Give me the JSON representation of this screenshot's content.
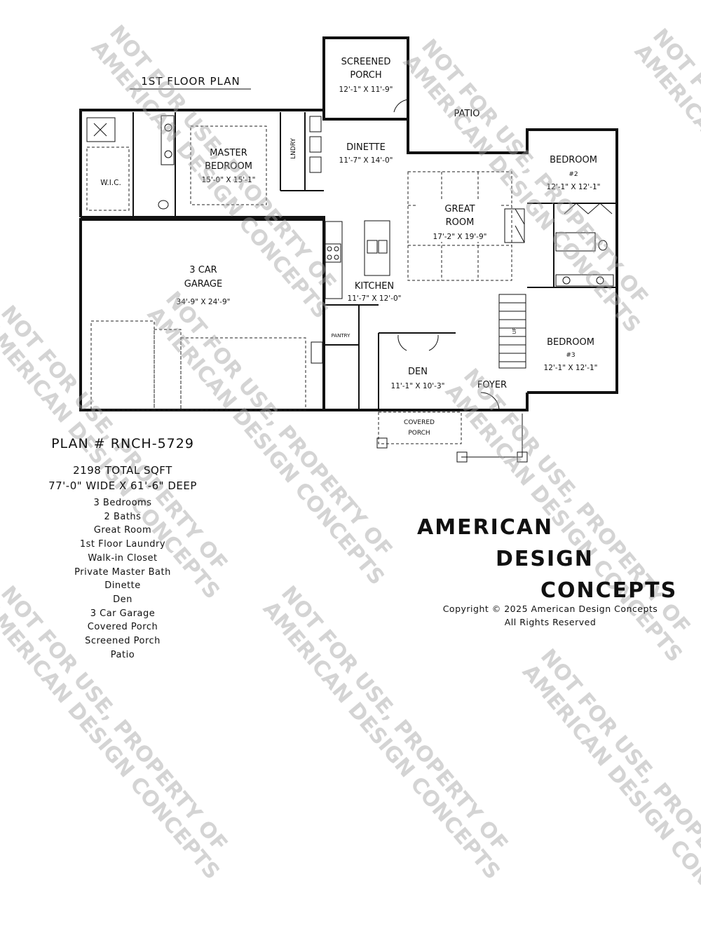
{
  "plan_title": "1ST FLOOR PLAN",
  "rooms": {
    "screened_porch": {
      "name_1": "SCREENED",
      "name_2": "PORCH",
      "dim": "12'-1\" X 11'-9\""
    },
    "patio": {
      "name": "PATIO"
    },
    "master_bedroom": {
      "name_1": "MASTER",
      "name_2": "BEDROOM",
      "dim": "15'-0\" X 15'-1\""
    },
    "laundry": {
      "name": "LNDRY"
    },
    "dinette": {
      "name": "DINETTE",
      "dim": "11'-7\" X 14'-0\""
    },
    "wic": {
      "name": "W.I.C."
    },
    "great_room": {
      "name_1": "GREAT",
      "name_2": "ROOM",
      "dim": "17'-2\" X 19'-9\""
    },
    "bedroom_2": {
      "name": "BEDROOM",
      "num": "#2",
      "dim": "12'-1\" X 12'-1\""
    },
    "garage": {
      "name_1": "3 CAR",
      "name_2": "GARAGE",
      "dim": "34'-9\" X 24'-9\""
    },
    "kitchen": {
      "name": "KITCHEN",
      "dim": "11'-7\" X 12'-0\""
    },
    "pantry": {
      "name": "PANTRY"
    },
    "bedroom_3": {
      "name": "BEDROOM",
      "num": "#3",
      "dim": "12'-1\" X 12'-1\""
    },
    "den": {
      "name": "DEN",
      "dim": "11'-1\" X 10'-3\""
    },
    "foyer": {
      "name": "FOYER"
    },
    "covered_porch": {
      "name_1": "COVERED",
      "name_2": "PORCH"
    },
    "stair_label": {
      "name": "UP"
    }
  },
  "watermark": {
    "line_1": "NOT FOR USE, PROPERTY OF",
    "line_2": "AMERICAN DESIGN CONCEPTS"
  },
  "plan_info": {
    "plan_number": "PLAN # RNCH-5729",
    "total_sqft": "2198 TOTAL SQFT",
    "size": "77'-0\" WIDE X 61'-6\" DEEP",
    "features": [
      "3 Bedrooms",
      "2 Baths",
      "Great Room",
      "1st Floor Laundry",
      "Walk-in Closet",
      "Private Master Bath",
      "Dinette",
      "Den",
      "3 Car Garage",
      "Covered Porch",
      "Screened Porch",
      "Patio"
    ]
  },
  "brand": {
    "line_1": "AMERICAN",
    "line_2": "DESIGN",
    "line_3": "CONCEPTS",
    "copyright": "Copyright © 2025 American Design Concepts",
    "rights": "All Rights Reserved"
  }
}
